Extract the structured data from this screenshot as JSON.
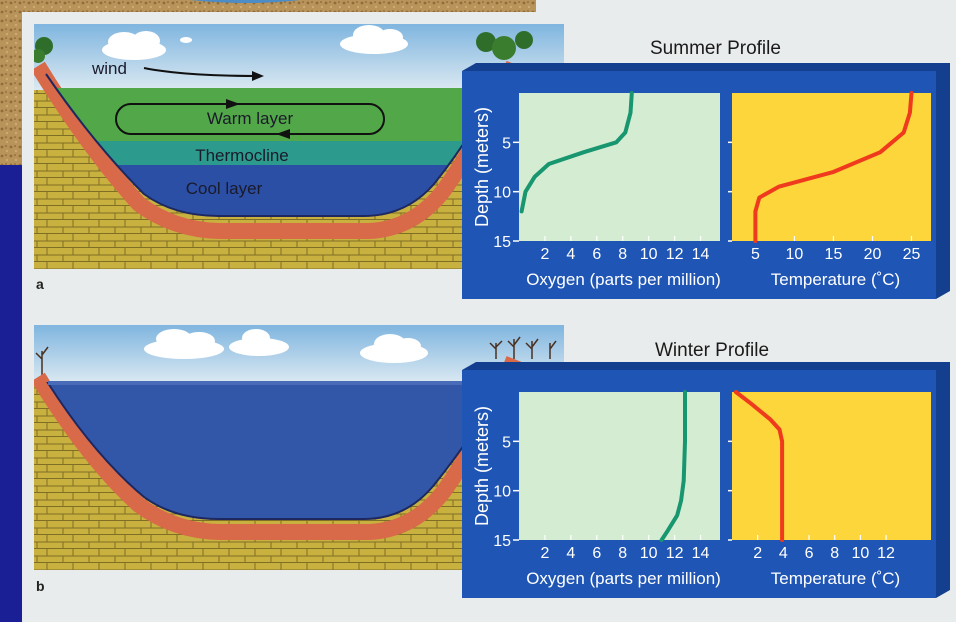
{
  "summer": {
    "letter": "a",
    "title": "Summer Profile",
    "labels": {
      "wind": "wind",
      "warm": "Warm layer",
      "thermo": "Thermocline",
      "cool": "Cool layer"
    },
    "depth_label": "Depth (meters)",
    "depth_ticks": [
      "5",
      "10",
      "15"
    ],
    "oxygen": {
      "xlabel": "Oxygen (parts per million)",
      "ticks": [
        "2",
        "4",
        "6",
        "8",
        "10",
        "12",
        "14"
      ],
      "curve": [
        [
          8.7,
          0
        ],
        [
          8.6,
          2
        ],
        [
          8.2,
          4
        ],
        [
          7.5,
          5
        ],
        [
          5,
          6
        ],
        [
          2.3,
          7.2
        ],
        [
          1.2,
          8.5
        ],
        [
          0.5,
          10
        ],
        [
          0.2,
          12
        ]
      ],
      "color": "#17966f"
    },
    "temperature": {
      "xlabel": "Temperature (˚C)",
      "ticks": [
        "5",
        "10",
        "15",
        "20",
        "25"
      ],
      "curve": [
        [
          25,
          0
        ],
        [
          24.8,
          2
        ],
        [
          24,
          4
        ],
        [
          21,
          6
        ],
        [
          15,
          8
        ],
        [
          8,
          9.5
        ],
        [
          5.5,
          10.6
        ],
        [
          5,
          12
        ],
        [
          5,
          15
        ]
      ],
      "color": "#f03a1e"
    }
  },
  "winter": {
    "letter": "b",
    "title": "Winter Profile",
    "depth_label": "Depth (meters)",
    "depth_ticks": [
      "5",
      "10",
      "15"
    ],
    "oxygen": {
      "xlabel": "Oxygen (parts per million)",
      "ticks": [
        "2",
        "4",
        "6",
        "8",
        "10",
        "12",
        "14"
      ],
      "curve": [
        [
          12.8,
          0
        ],
        [
          12.8,
          5
        ],
        [
          12.7,
          9
        ],
        [
          12.5,
          11
        ],
        [
          12.2,
          12.5
        ],
        [
          11.5,
          14
        ],
        [
          11,
          15
        ]
      ],
      "color": "#17966f"
    },
    "temperature": {
      "xlabel": "Temperature (˚C)",
      "ticks": [
        "2",
        "4",
        "6",
        "8",
        "10",
        "12"
      ],
      "curve": [
        [
          0.3,
          0
        ],
        [
          1.5,
          1.2
        ],
        [
          3,
          2.8
        ],
        [
          3.7,
          3.8
        ],
        [
          3.9,
          5
        ],
        [
          3.9,
          15
        ]
      ],
      "color": "#f03a1e"
    }
  },
  "colors": {
    "panel_blue": "#1f55b4",
    "oxygen_bg": "#d4ecd2",
    "temperature_bg": "#fcd63a",
    "sky_top": "#7fb5df",
    "sky_bottom": "#dbe9f2",
    "warm_water": "#52a848",
    "thermocline": "#2c9a8d",
    "cool_water": "#2c4fa6",
    "winter_water": "#3256a8",
    "rim": "#d86a4a",
    "soil": "#c8b13f"
  }
}
